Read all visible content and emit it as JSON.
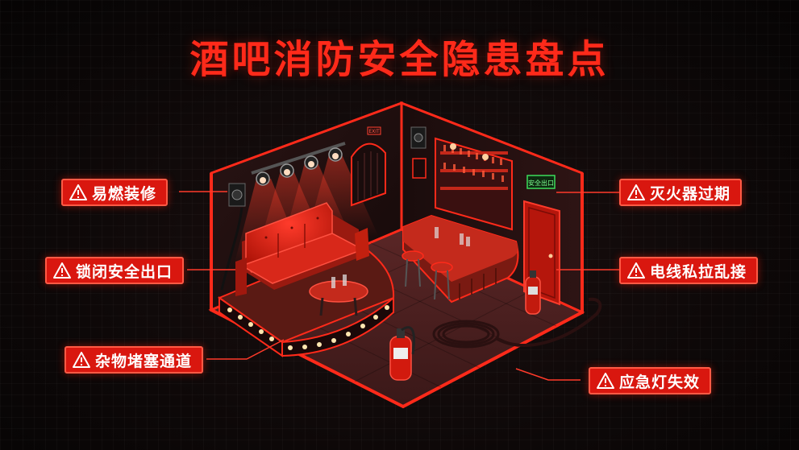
{
  "title": "酒吧消防安全隐患盘点",
  "hazards": {
    "left": [
      "易燃装修",
      "锁闭安全出口",
      "杂物堵塞通道"
    ],
    "right": [
      "灭火器过期",
      "电线私拉乱接",
      "应急灯失效"
    ]
  },
  "signs": {
    "exit": "安全出口",
    "small_exit": "EXIT"
  },
  "colors": {
    "accent": "#d9170f",
    "title": "#ff2a1a",
    "background": "#0d0808"
  },
  "icons": [
    "warning-triangle-icon"
  ]
}
